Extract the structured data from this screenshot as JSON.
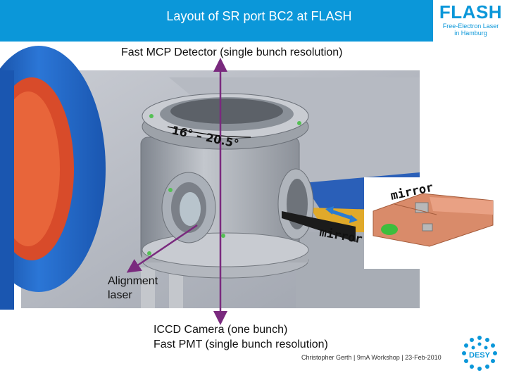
{
  "header": {
    "title": "Layout of SR port BC2 at FLASH",
    "logo_main": "FLASH",
    "logo_sub_line1": "Free-Electron Laser",
    "logo_sub_line2": "in Hamburg"
  },
  "labels": {
    "top_detector": "Fast MCP Detector (single bunch resolution)",
    "angle": "16° – 20.5°",
    "mirror_upper": "mirror",
    "mirror_lower": "mirror",
    "alignment_line1": "Alignment",
    "alignment_line2": "laser",
    "bottom_line1": "ICCD Camera (one bunch)",
    "bottom_line2": "Fast PMT (single bunch resolution)"
  },
  "footer": {
    "author": "Christopher Gerth",
    "event": "9mA Workshop",
    "date": "23-Feb-2010"
  },
  "logo_desy": "DESY",
  "colors": {
    "header_blue": "#0b97d9",
    "arrow_purple": "#7a2a7e",
    "flange_blue": "#1f63c8",
    "chamber_grey": "#9aa0a8",
    "mirror_copper": "#d98b6a"
  }
}
